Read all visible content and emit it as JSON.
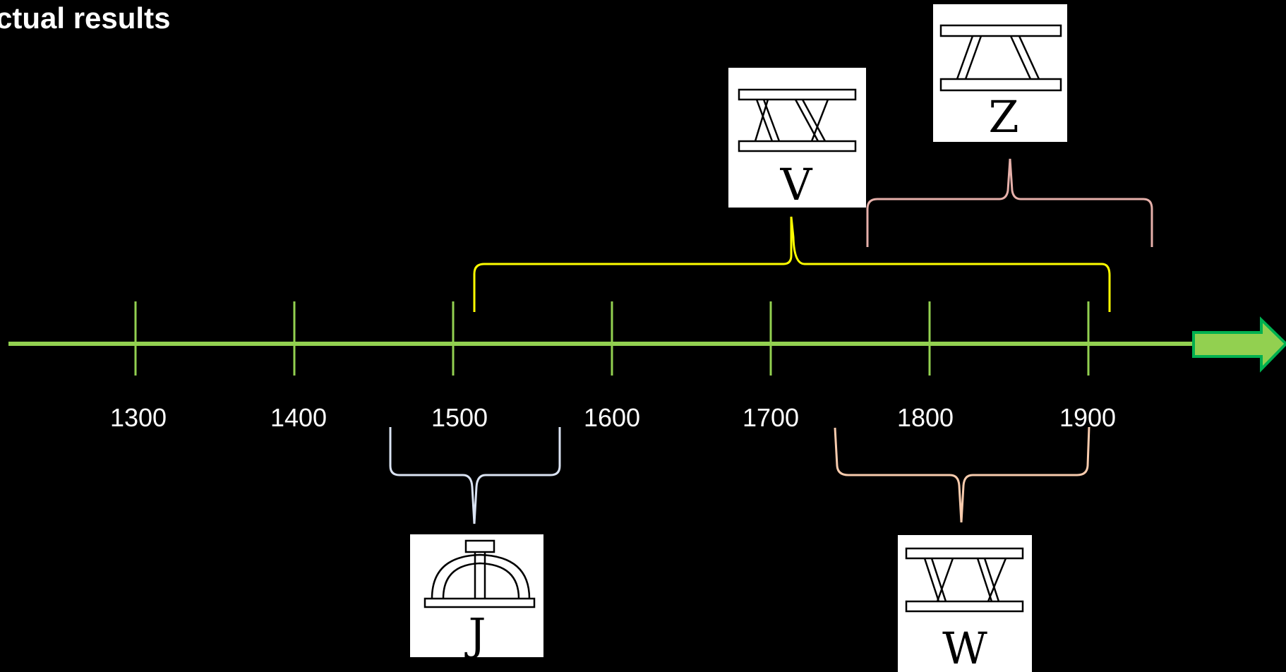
{
  "title": "ctual results",
  "timeline": {
    "years": [
      "1300",
      "1400",
      "1500",
      "1600",
      "1700",
      "1800",
      "1900"
    ],
    "axis_color": "#92d050",
    "arrow_fill": "#92d050",
    "arrow_stroke": "#00b050"
  },
  "periods": [
    {
      "id": "J",
      "letter": "J",
      "icon": "arch-post-icon",
      "bracket_color": "#dae3f3",
      "range": [
        "1462",
        "1568"
      ]
    },
    {
      "id": "V",
      "letter": "V",
      "icon": "table-single-brace-icon",
      "bracket_color": "#ffff00",
      "range": [
        "1513",
        "1913"
      ]
    },
    {
      "id": "Z",
      "letter": "Z",
      "icon": "table-single-brace-icon",
      "bracket_color": "#e6b0aa",
      "range": [
        "1762",
        "1940"
      ]
    },
    {
      "id": "W",
      "letter": "W",
      "icon": "table-double-brace-icon",
      "bracket_color": "#f8cbad",
      "range": [
        "1745",
        "1900"
      ]
    }
  ]
}
